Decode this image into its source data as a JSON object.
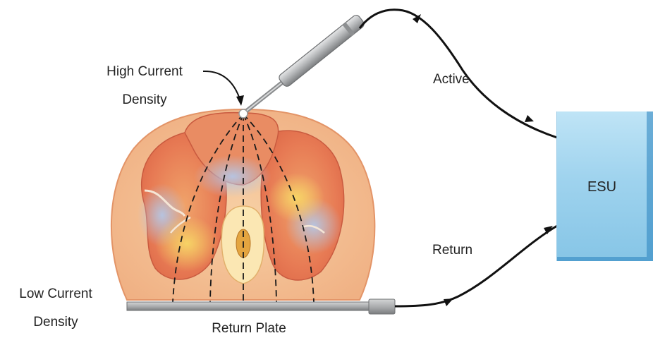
{
  "labels": {
    "high_current": "High Current",
    "high_density": "Density",
    "low_current": "Low Current",
    "low_density": "Density",
    "return_plate": "Return Plate",
    "active": "Active",
    "return": "Return",
    "esu": "ESU"
  },
  "colors": {
    "wire": "#111111",
    "esu_box": "#9fd3ee",
    "plate": "#a9abad",
    "probe": "#b5b7b9",
    "tissue_outer": "#f2bd8f",
    "tissue_inner": "#e8825f",
    "field_lines": "#1a1a1a"
  }
}
